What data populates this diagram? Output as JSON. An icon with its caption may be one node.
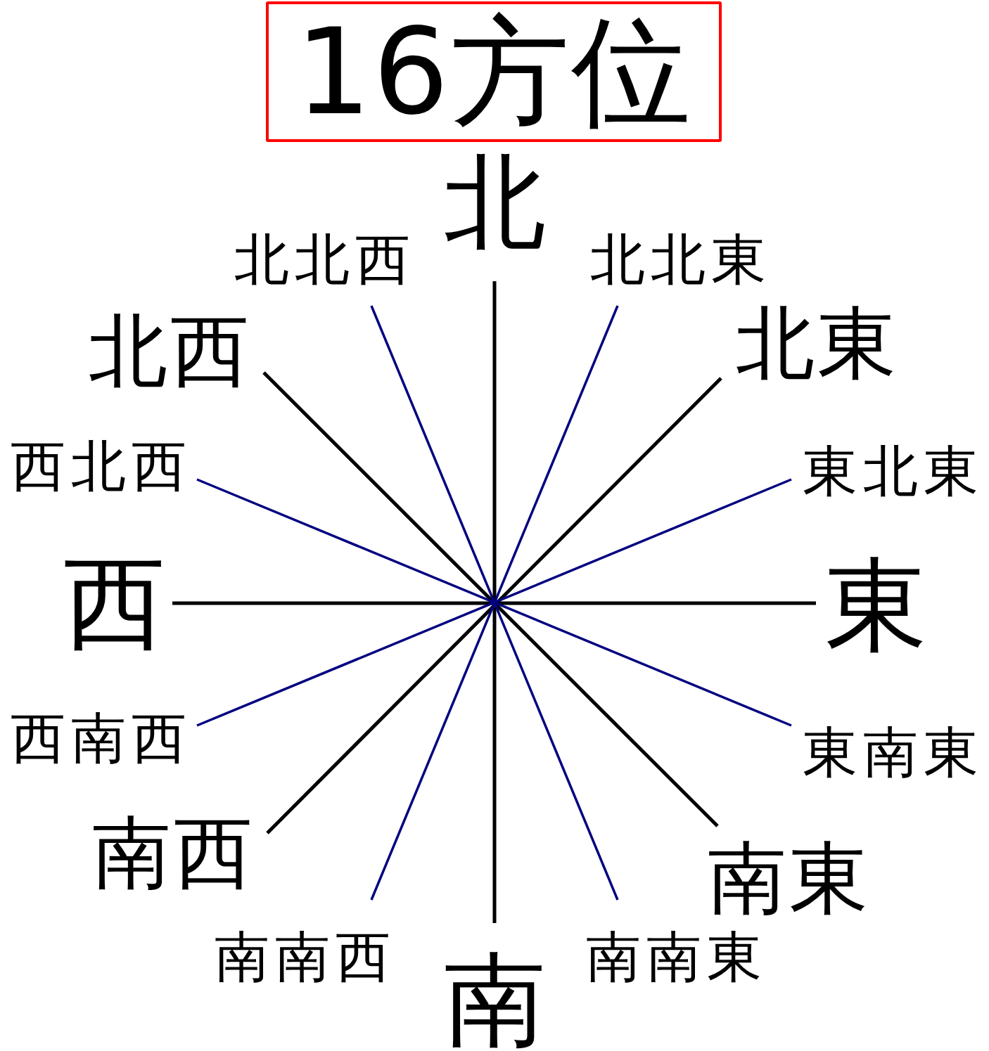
{
  "diagram": {
    "title": "16方位",
    "nodes": [
      {
        "text": [
          "北"
        ]
      },
      {
        "text": [
          "北北西"
        ]
      },
      {
        "text": [
          "北北東"
        ]
      },
      {
        "text": [
          "北西"
        ]
      },
      {
        "text": [
          "北東"
        ]
      },
      {
        "text": [
          "西北西"
        ]
      },
      {
        "text": [
          "東北東"
        ]
      },
      {
        "text": [
          "西"
        ]
      },
      {
        "text": [
          "東"
        ]
      },
      {
        "text": [
          "西南西"
        ]
      },
      {
        "text": [
          "東南東"
        ]
      },
      {
        "text": [
          "南西"
        ]
      },
      {
        "text": [
          "南東"
        ]
      },
      {
        "text": [
          "南南西"
        ]
      },
      {
        "text": [
          "南南東"
        ]
      },
      {
        "text": [
          "南"
        ]
      }
    ],
    "edges": [
      {
        "from": 0,
        "to": 15,
        "arrow": "none"
      },
      {
        "from": 3,
        "to": 12,
        "arrow": "none"
      },
      {
        "from": 4,
        "to": 11,
        "arrow": "none"
      },
      {
        "from": 7,
        "to": 8,
        "arrow": "none"
      },
      {
        "from": 1,
        "to": 14,
        "arrow": "none",
        "color": "#000080"
      },
      {
        "from": 2,
        "to": 13,
        "arrow": "none",
        "color": "#000080"
      },
      {
        "from": 5,
        "to": 10,
        "arrow": "none",
        "color": "#000080"
      },
      {
        "from": 6,
        "to": 9,
        "arrow": "none",
        "color": "#000080"
      }
    ]
  }
}
